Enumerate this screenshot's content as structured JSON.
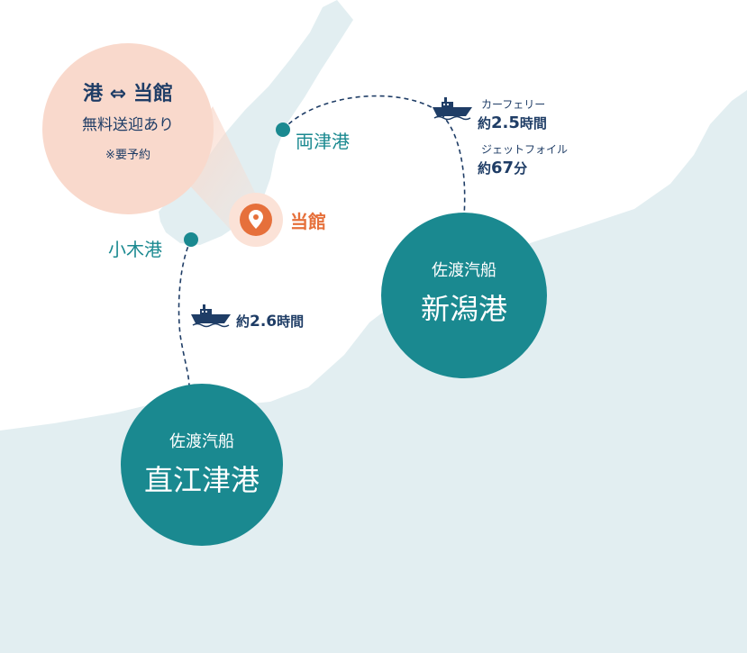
{
  "colors": {
    "land": "#e2eef1",
    "teal": "#1a8990",
    "navy": "#1f3d66",
    "orange": "#e6703b",
    "bubble": "#f9d9cc",
    "pin_halo": "#fbe2d7"
  },
  "ports": {
    "ryotsu": "両津港",
    "ogi": "小木港"
  },
  "hotel": {
    "label": "当館",
    "icon": "location-pin-icon"
  },
  "shuttle": {
    "title": "港 ⇔ 当館",
    "line": "無料送迎あり",
    "note": "※要予約"
  },
  "terminals": {
    "niigata": {
      "company": "佐渡汽船",
      "name": "新潟港"
    },
    "naoetsu": {
      "company": "佐渡汽船",
      "name": "直江津港"
    }
  },
  "routes": {
    "niigata_ryotsu": {
      "icon": "ship-icon",
      "ferry_label": "カーフェリー",
      "ferry_prefix": "約",
      "ferry_value": "2.5",
      "ferry_unit": "時間",
      "jet_label": "ジェットフォイル",
      "jet_prefix": "約",
      "jet_value": "67",
      "jet_unit": "分"
    },
    "naoetsu_ogi": {
      "icon": "ship-icon",
      "prefix": "約",
      "value": "2.6",
      "unit": "時間"
    }
  }
}
